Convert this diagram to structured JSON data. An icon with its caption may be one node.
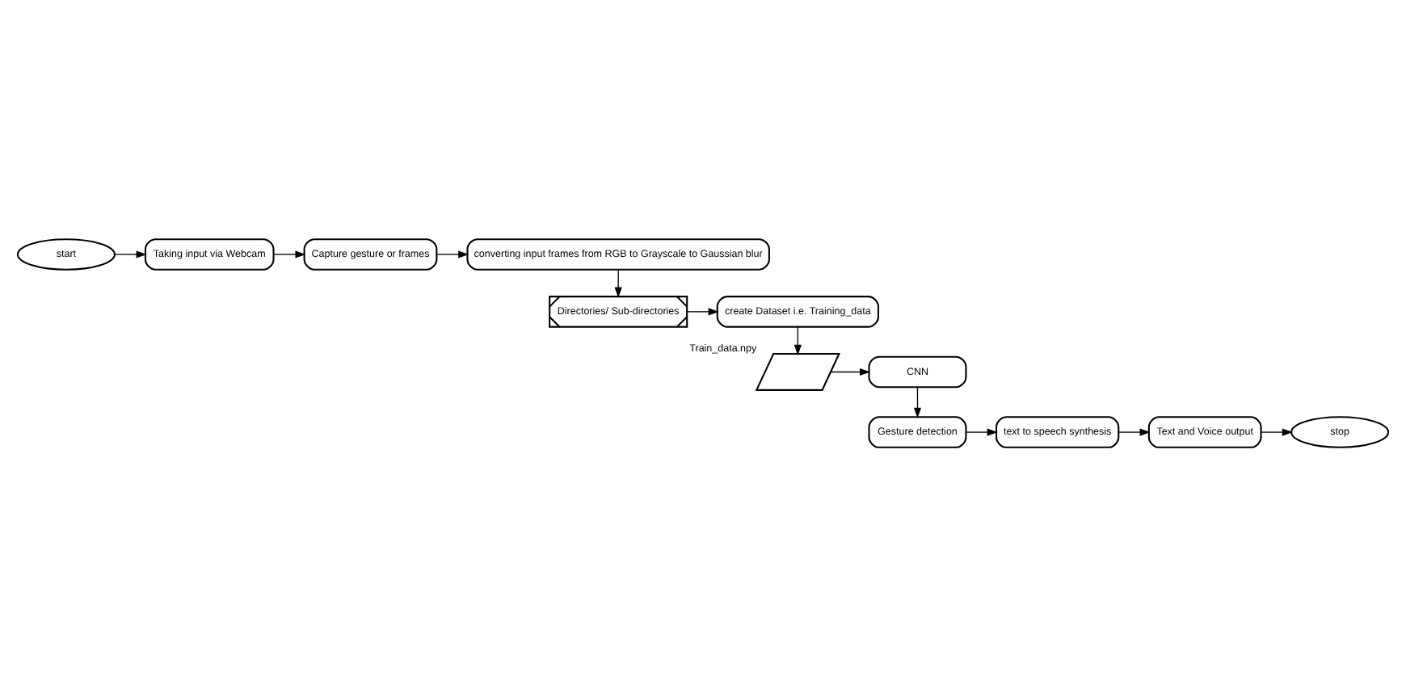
{
  "diagram": {
    "nodes": [
      {
        "text": [
          "start"
        ]
      },
      {
        "text": [
          "Taking input via Webcam"
        ]
      },
      {
        "text": [
          "Capture gesture or frames"
        ]
      },
      {
        "text": [
          "converting input frames from RGB to Grayscale to Gaussian blur"
        ]
      },
      {
        "text": [
          "Directories/ Sub-directories"
        ]
      },
      {
        "text": [
          "create Dataset i.e. Training_data"
        ]
      },
      {
        "text": [],
        "shape": "parallelogram",
        "beside": [
          "Train_data.npy"
        ]
      },
      {
        "text": [
          "CNN"
        ]
      },
      {
        "text": [
          "Gesture detection"
        ]
      },
      {
        "text": [
          "text to speech synthesis"
        ]
      },
      {
        "text": [
          "Text and Voice output"
        ]
      },
      {
        "text": [
          "stop"
        ]
      }
    ],
    "edges": [
      {
        "from": 0,
        "to": 1,
        "arrow": "to"
      },
      {
        "from": 1,
        "to": 2,
        "arrow": "to"
      },
      {
        "from": 2,
        "to": 3,
        "arrow": "to"
      },
      {
        "from": 3,
        "to": 4,
        "arrow": "to"
      },
      {
        "from": 4,
        "to": 5,
        "arrow": "to"
      },
      {
        "from": 5,
        "to": 6,
        "arrow": "to"
      },
      {
        "from": 6,
        "to": 7,
        "arrow": "to"
      },
      {
        "from": 7,
        "to": 8,
        "arrow": "to"
      },
      {
        "from": 8,
        "to": 9,
        "arrow": "to"
      },
      {
        "from": 9,
        "to": 10,
        "arrow": "to"
      },
      {
        "from": 10,
        "to": 11,
        "arrow": "to"
      }
    ]
  }
}
